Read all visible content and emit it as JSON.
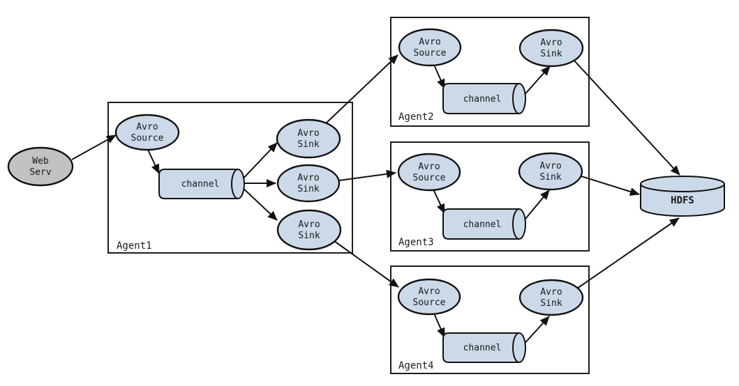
{
  "colors": {
    "background": "#ffffff",
    "node_fill": "#ccd9e8",
    "webserv_fill": "#c2c2c2",
    "line": "#111111"
  },
  "web_serv": {
    "line1": "Web",
    "line2": "Serv"
  },
  "hdfs": {
    "label": "HDFS"
  },
  "agents": {
    "agent1": {
      "label": "Agent1",
      "source": {
        "line1": "Avro",
        "line2": "Source"
      },
      "channel": "channel",
      "sink1": {
        "line1": "Avro",
        "line2": "Sink"
      },
      "sink2": {
        "line1": "Avro",
        "line2": "Sink"
      },
      "sink3": {
        "line1": "Avro",
        "line2": "Sink"
      }
    },
    "agent2": {
      "label": "Agent2",
      "source": {
        "line1": "Avro",
        "line2": "Source"
      },
      "channel": "channel",
      "sink": {
        "line1": "Avro",
        "line2": "Sink"
      }
    },
    "agent3": {
      "label": "Agent3",
      "source": {
        "line1": "Avro",
        "line2": "Source"
      },
      "channel": "channel",
      "sink": {
        "line1": "Avro",
        "line2": "Sink"
      }
    },
    "agent4": {
      "label": "Agent4",
      "source": {
        "line1": "Avro",
        "line2": "Source"
      },
      "channel": "channel",
      "sink": {
        "line1": "Avro",
        "line2": "Sink"
      }
    }
  },
  "edges": [
    {
      "from": "Web Serv",
      "to": "Agent1 Avro Source"
    },
    {
      "from": "Agent1 Avro Source",
      "to": "Agent1 channel"
    },
    {
      "from": "Agent1 channel",
      "to": "Agent1 Avro Sink 1"
    },
    {
      "from": "Agent1 channel",
      "to": "Agent1 Avro Sink 2"
    },
    {
      "from": "Agent1 channel",
      "to": "Agent1 Avro Sink 3"
    },
    {
      "from": "Agent1 Avro Sink 1",
      "to": "Agent2 Avro Source"
    },
    {
      "from": "Agent1 Avro Sink 2",
      "to": "Agent3 Avro Source"
    },
    {
      "from": "Agent1 Avro Sink 3",
      "to": "Agent4 Avro Source"
    },
    {
      "from": "Agent2 Avro Source",
      "to": "Agent2 channel"
    },
    {
      "from": "Agent2 channel",
      "to": "Agent2 Avro Sink"
    },
    {
      "from": "Agent3 Avro Source",
      "to": "Agent3 channel"
    },
    {
      "from": "Agent3 channel",
      "to": "Agent3 Avro Sink"
    },
    {
      "from": "Agent4 Avro Source",
      "to": "Agent4 channel"
    },
    {
      "from": "Agent4 channel",
      "to": "Agent4 Avro Sink"
    },
    {
      "from": "Agent2 Avro Sink",
      "to": "HDFS"
    },
    {
      "from": "Agent3 Avro Sink",
      "to": "HDFS"
    },
    {
      "from": "Agent4 Avro Sink",
      "to": "HDFS"
    }
  ]
}
